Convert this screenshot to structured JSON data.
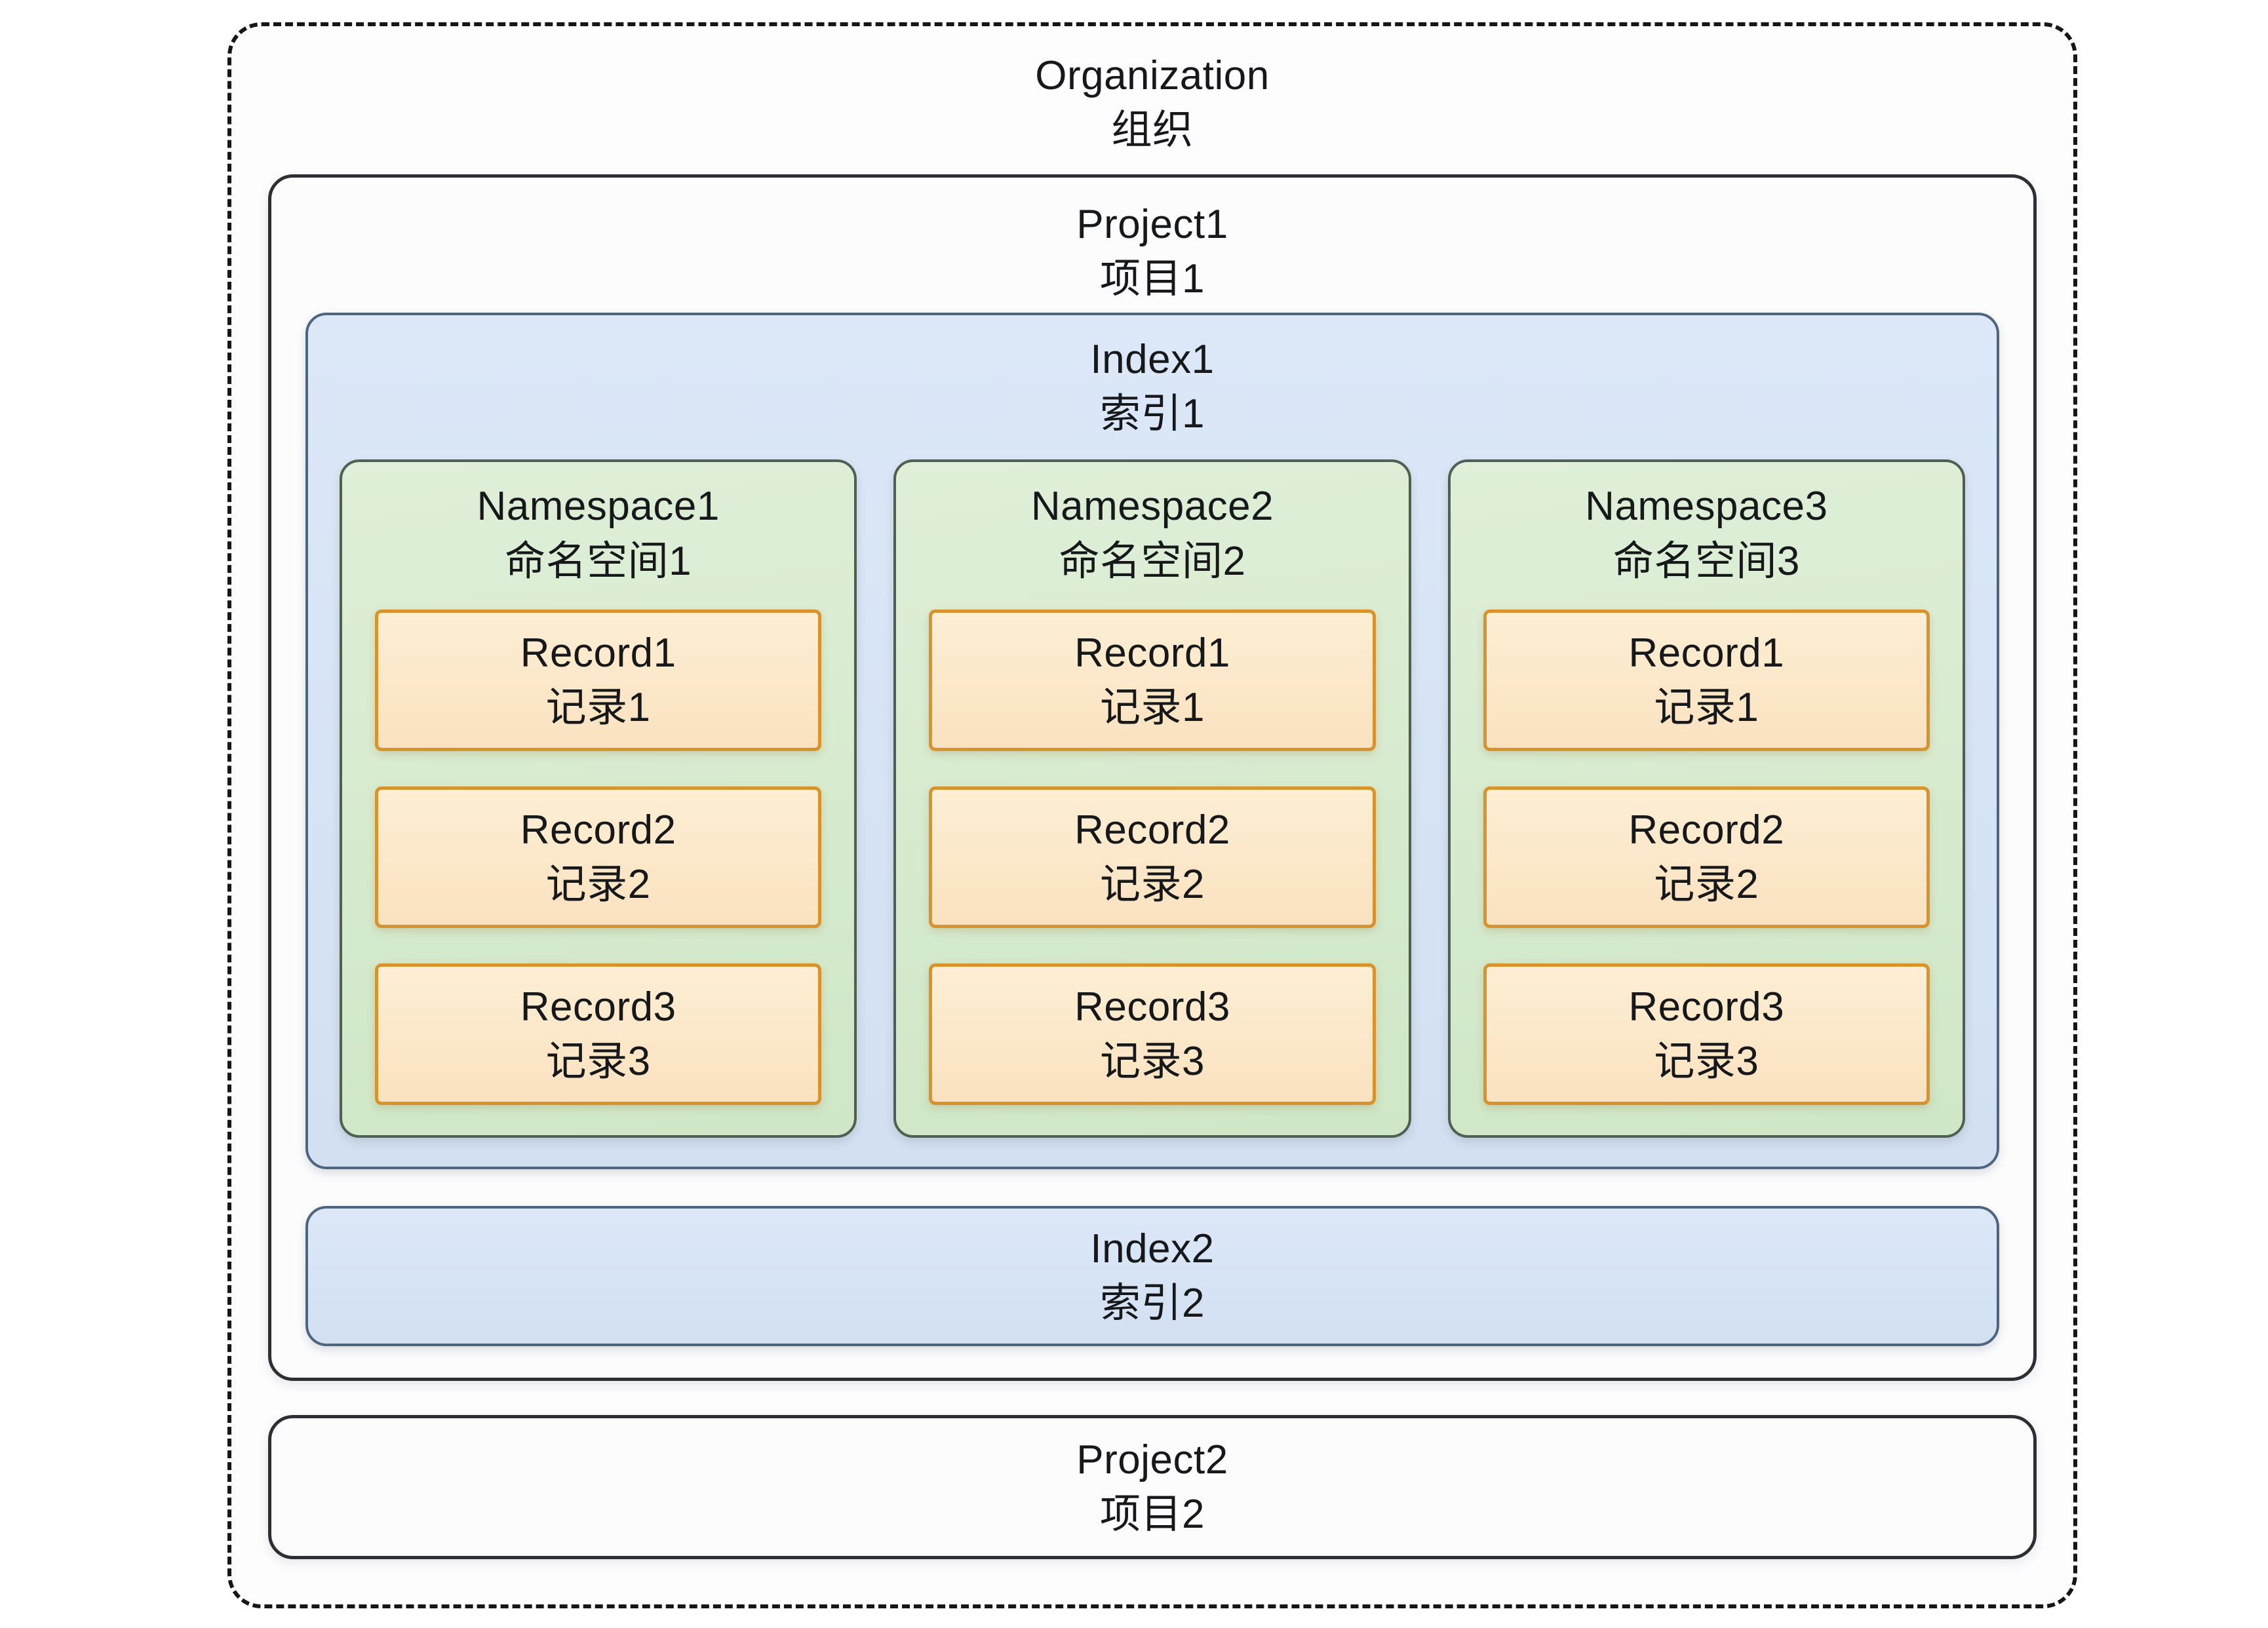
{
  "organization": {
    "label_en": "Organization",
    "label_zh": "组织"
  },
  "project1": {
    "label_en": "Project1",
    "label_zh": "项目1",
    "index1": {
      "label_en": "Index1",
      "label_zh": "索引1",
      "namespaces": [
        {
          "label_en": "Namespace1",
          "label_zh": "命名空间1",
          "records": [
            {
              "label_en": "Record1",
              "label_zh": "记录1"
            },
            {
              "label_en": "Record2",
              "label_zh": "记录2"
            },
            {
              "label_en": "Record3",
              "label_zh": "记录3"
            }
          ]
        },
        {
          "label_en": "Namespace2",
          "label_zh": "命名空间2",
          "records": [
            {
              "label_en": "Record1",
              "label_zh": "记录1"
            },
            {
              "label_en": "Record2",
              "label_zh": "记录2"
            },
            {
              "label_en": "Record3",
              "label_zh": "记录3"
            }
          ]
        },
        {
          "label_en": "Namespace3",
          "label_zh": "命名空间3",
          "records": [
            {
              "label_en": "Record1",
              "label_zh": "记录1"
            },
            {
              "label_en": "Record2",
              "label_zh": "记录2"
            },
            {
              "label_en": "Record3",
              "label_zh": "记录3"
            }
          ]
        }
      ]
    },
    "index2": {
      "label_en": "Index2",
      "label_zh": "索引2"
    }
  },
  "project2": {
    "label_en": "Project2",
    "label_zh": "项目2"
  },
  "colors": {
    "organization_border": "#161616",
    "project_border": "#2c3034",
    "project_fill": "#fcfcfd",
    "index_fill_top": "#dce8f8",
    "index_fill_bottom": "#d2e0f2",
    "index_border": "#4e657f",
    "namespace_fill_top": "#dfefd8",
    "namespace_fill_bottom": "#cfe7c6",
    "record_fill_top": "#fdeed4",
    "record_fill_bottom": "#fae2c0",
    "record_border": "#d8932c",
    "text_color": "#17181a"
  }
}
